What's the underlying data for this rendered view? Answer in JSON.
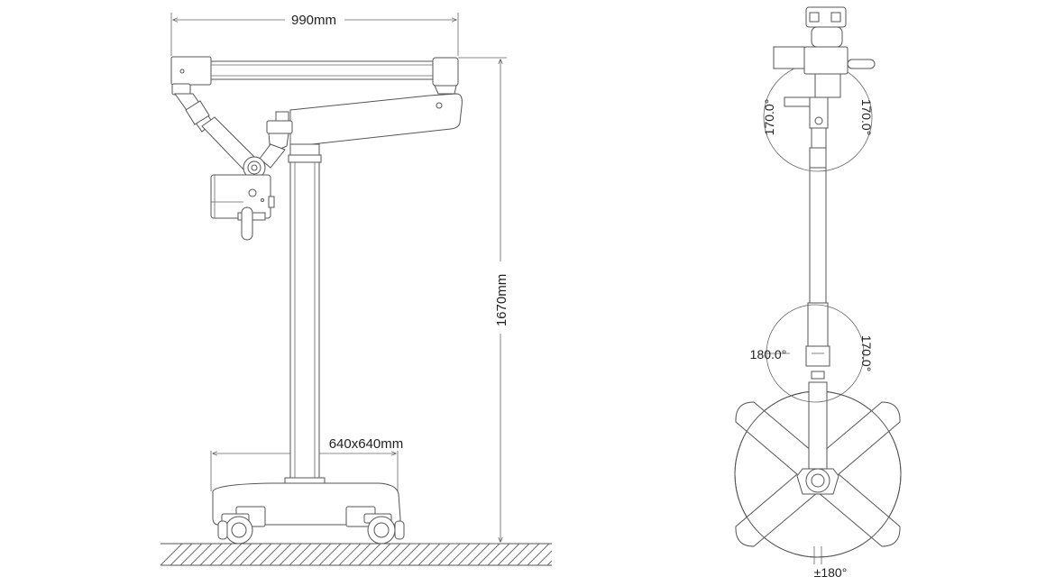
{
  "side_view": {
    "width_label": "990mm",
    "height_label": "1670mm",
    "base_label": "640x640mm"
  },
  "top_view": {
    "angle_upper_left": "170.0°",
    "angle_upper_right": "170.0°",
    "angle_middle_left": "180.0°",
    "angle_middle_right": "170.0°",
    "angle_base": "±180°"
  },
  "colors": {
    "line": "#555555",
    "text": "#222222",
    "background": "#ffffff"
  }
}
